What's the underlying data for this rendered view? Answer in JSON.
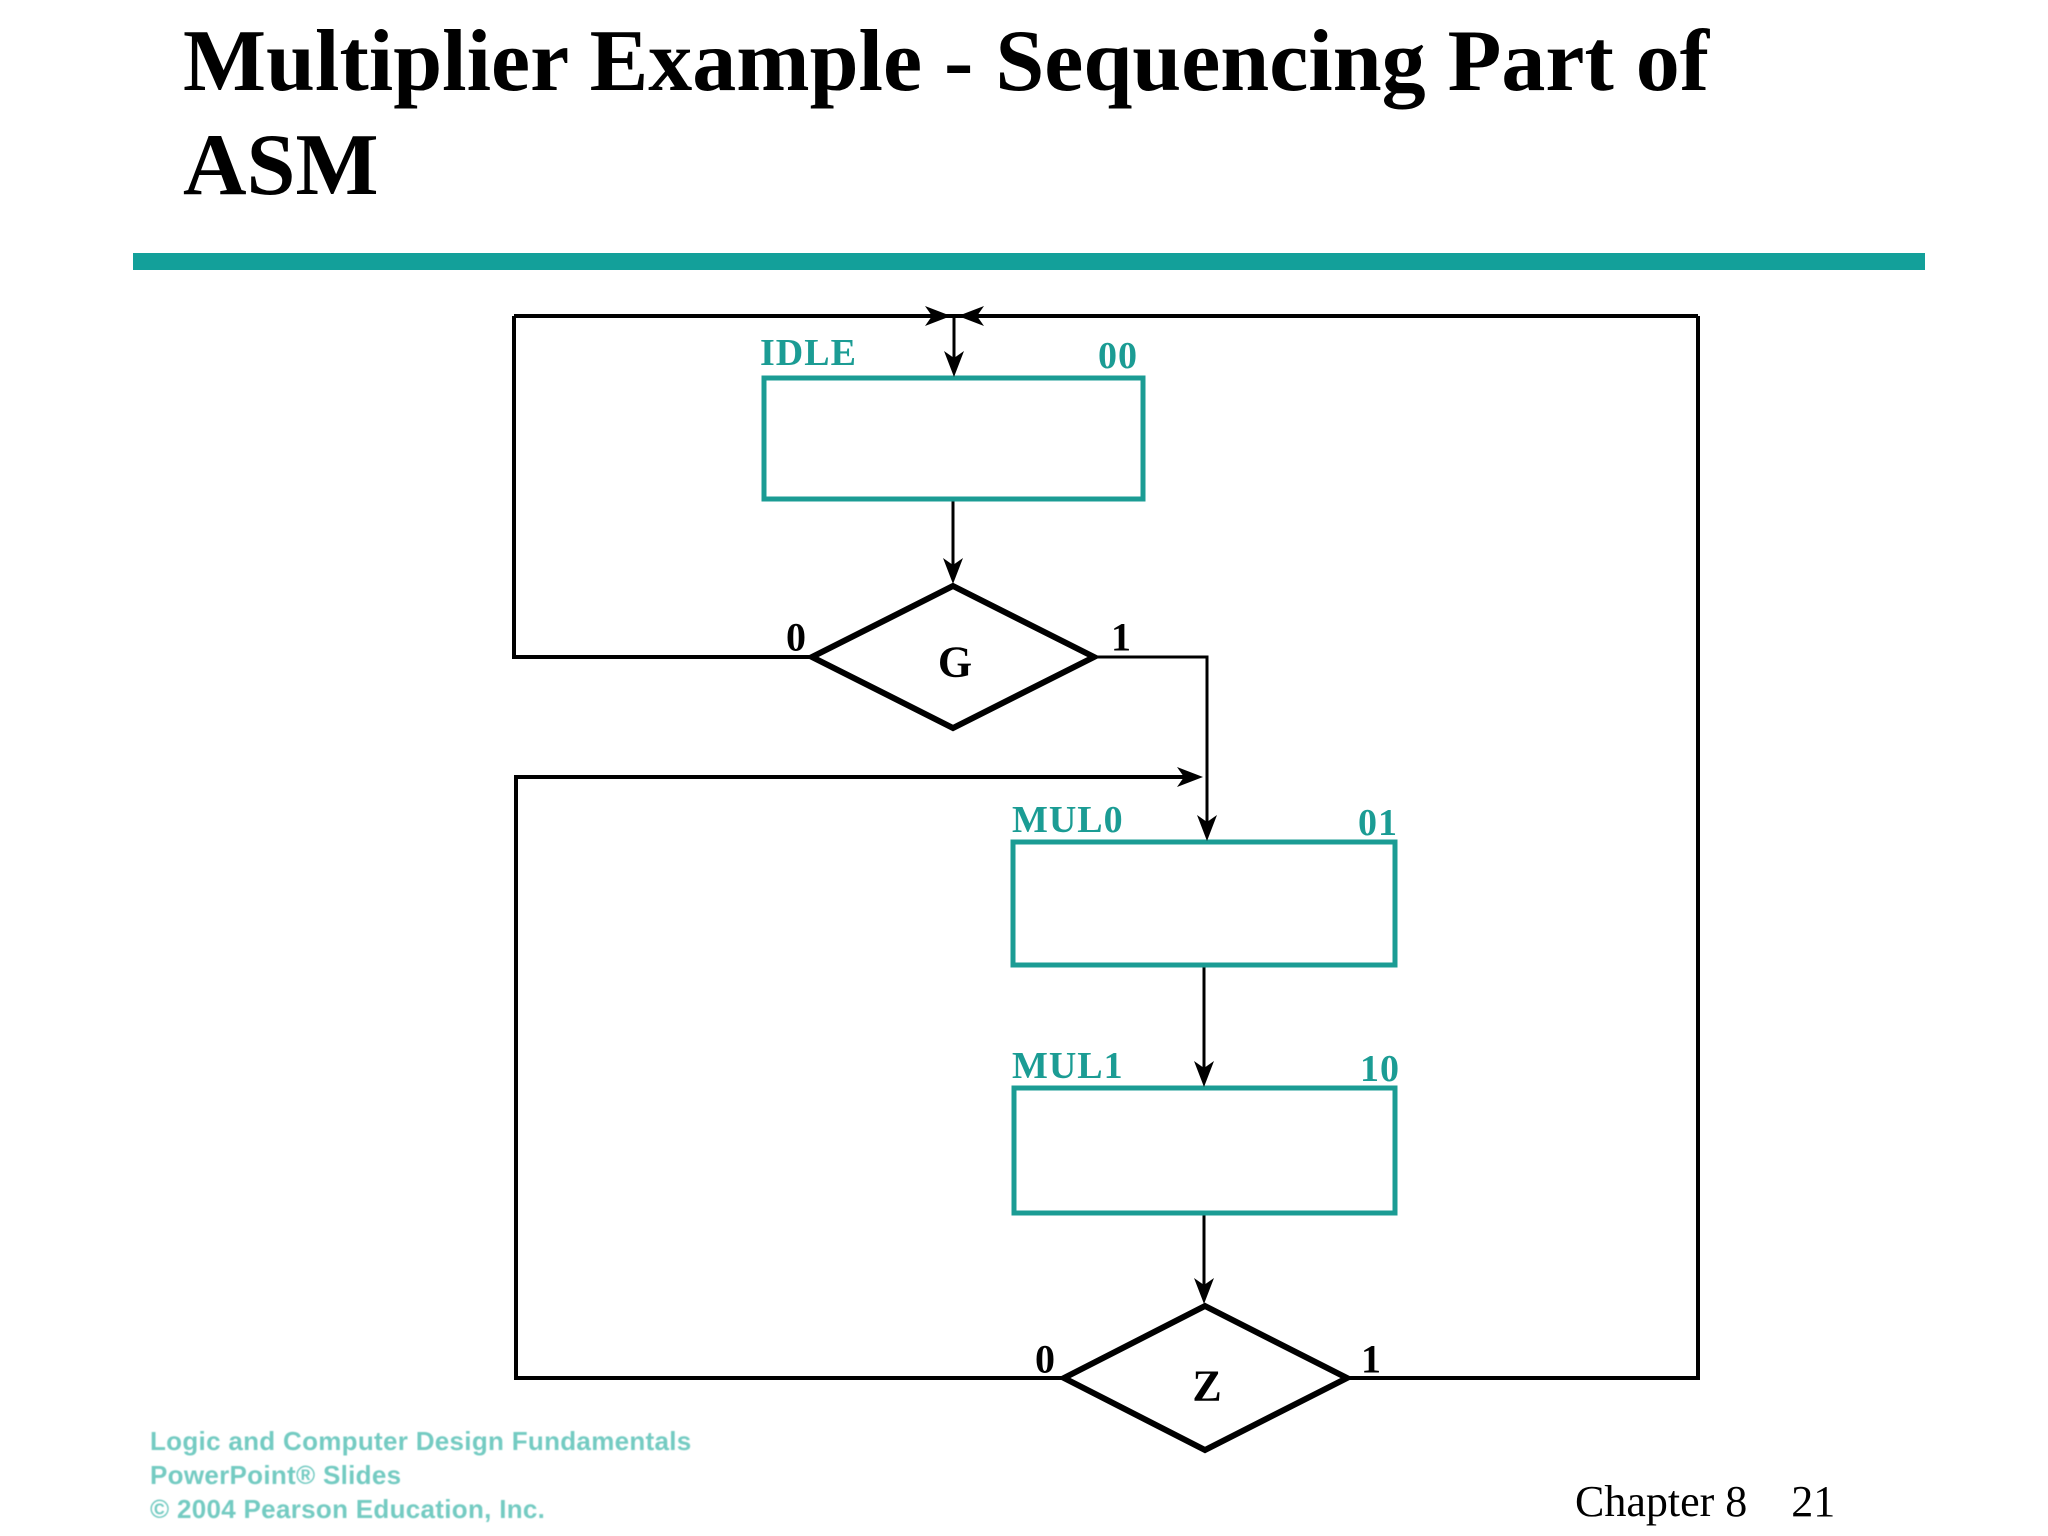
{
  "slide": {
    "title_lines": [
      "Multiplier Example - Sequencing Part of",
      "ASM"
    ],
    "footer": {
      "credit_lines": [
        "Logic and Computer Design Fundamentals",
        "PowerPoint® Slides",
        "© 2004 Pearson Education, Inc."
      ],
      "chapter": "Chapter 8",
      "page": "21"
    },
    "colors": {
      "accent_teal": "#13A09A",
      "state_box_teal": "#1B9C94",
      "footer_teal": "#74CBC2",
      "line_black": "#000000"
    }
  },
  "diagram": {
    "type": "asm-flowchart",
    "states": [
      {
        "name": "IDLE",
        "code": "00"
      },
      {
        "name": "MUL0",
        "code": "01"
      },
      {
        "name": "MUL1",
        "code": "10"
      }
    ],
    "decisions": [
      {
        "label": "G",
        "branch0": "0",
        "branch1": "1"
      },
      {
        "label": "Z",
        "branch0": "0",
        "branch1": "1"
      }
    ],
    "edges": [
      {
        "from": "entry",
        "to": "IDLE"
      },
      {
        "from": "IDLE",
        "to": "G"
      },
      {
        "from": "G",
        "branch": "0",
        "to": "IDLE"
      },
      {
        "from": "G",
        "branch": "1",
        "to": "MUL0"
      },
      {
        "from": "MUL0",
        "to": "MUL1"
      },
      {
        "from": "MUL1",
        "to": "Z"
      },
      {
        "from": "Z",
        "branch": "0",
        "to": "MUL0"
      },
      {
        "from": "Z",
        "branch": "1",
        "to": "IDLE"
      }
    ]
  }
}
